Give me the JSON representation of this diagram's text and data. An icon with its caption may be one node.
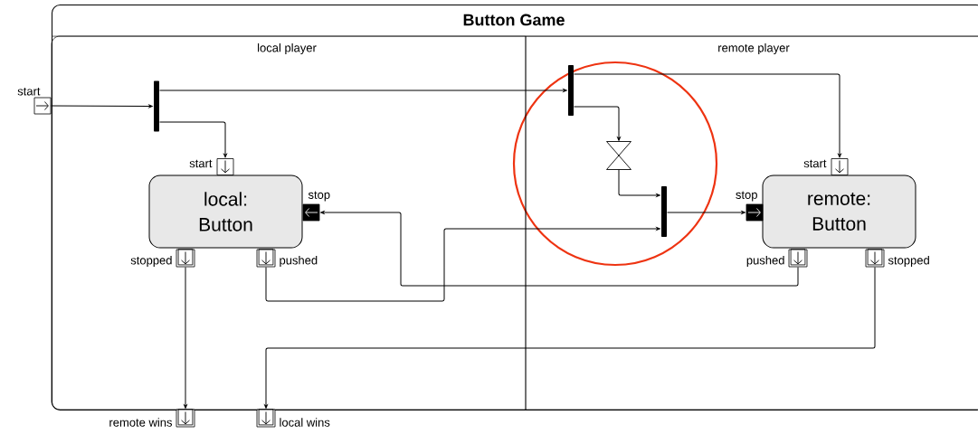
{
  "diagram": {
    "nodes": [
      {
        "text": [
          "Button Game"
        ]
      },
      {
        "text": [
          "local player"
        ],
        "in": 0
      },
      {
        "text": [
          "remote player"
        ],
        "in": 0
      },
      {
        "text": [],
        "shape": "box",
        "beside": [
          "start"
        ]
      },
      {
        "text": [],
        "shape": "bar",
        "in": 1
      },
      {
        "text": [
          "local: Button"
        ],
        "in": 1
      },
      {
        "text": [],
        "shape": "box",
        "beside": [
          "start"
        ],
        "in": 1
      },
      {
        "text": [],
        "shape": "box",
        "beside": [
          "stop"
        ],
        "in": 1
      },
      {
        "text": [],
        "shape": "box",
        "beside": [
          "stopped"
        ],
        "in": 1
      },
      {
        "text": [],
        "shape": "box",
        "beside": [
          "pushed"
        ],
        "in": 1
      },
      {
        "text": [],
        "shape": "bar",
        "in": 2
      },
      {
        "text": [],
        "shape": "hourglass",
        "in": 2
      },
      {
        "text": [],
        "shape": "bar",
        "in": 2
      },
      {
        "text": [
          "remote: Button"
        ],
        "in": 2
      },
      {
        "text": [],
        "shape": "box",
        "beside": [
          "start"
        ],
        "in": 2
      },
      {
        "text": [],
        "shape": "box",
        "beside": [
          "stop"
        ],
        "in": 2
      },
      {
        "text": [],
        "shape": "box",
        "beside": [
          "pushed"
        ],
        "in": 2
      },
      {
        "text": [],
        "shape": "box",
        "beside": [
          "stopped"
        ],
        "in": 2
      },
      {
        "text": [],
        "shape": "box",
        "beside": [
          "remote wins"
        ]
      },
      {
        "text": [],
        "shape": "box",
        "beside": [
          "local wins"
        ]
      }
    ],
    "edges": [
      {
        "from": 3,
        "to": 4,
        "arrow": "to"
      },
      {
        "from": 4,
        "to": 10,
        "arrow": "to"
      },
      {
        "from": 4,
        "to": 6,
        "arrow": "to"
      },
      {
        "from": 10,
        "to": 14,
        "arrow": "to"
      },
      {
        "from": 10,
        "to": 11,
        "arrow": "to"
      },
      {
        "from": 11,
        "to": 12,
        "arrow": "to"
      },
      {
        "from": 12,
        "to": 15,
        "arrow": "to"
      },
      {
        "from": 9,
        "to": 12,
        "arrow": "to"
      },
      {
        "from": 16,
        "to": 7,
        "arrow": "to"
      },
      {
        "from": 8,
        "to": 18,
        "arrow": "to"
      },
      {
        "from": 17,
        "to": 19,
        "arrow": "to"
      }
    ]
  }
}
